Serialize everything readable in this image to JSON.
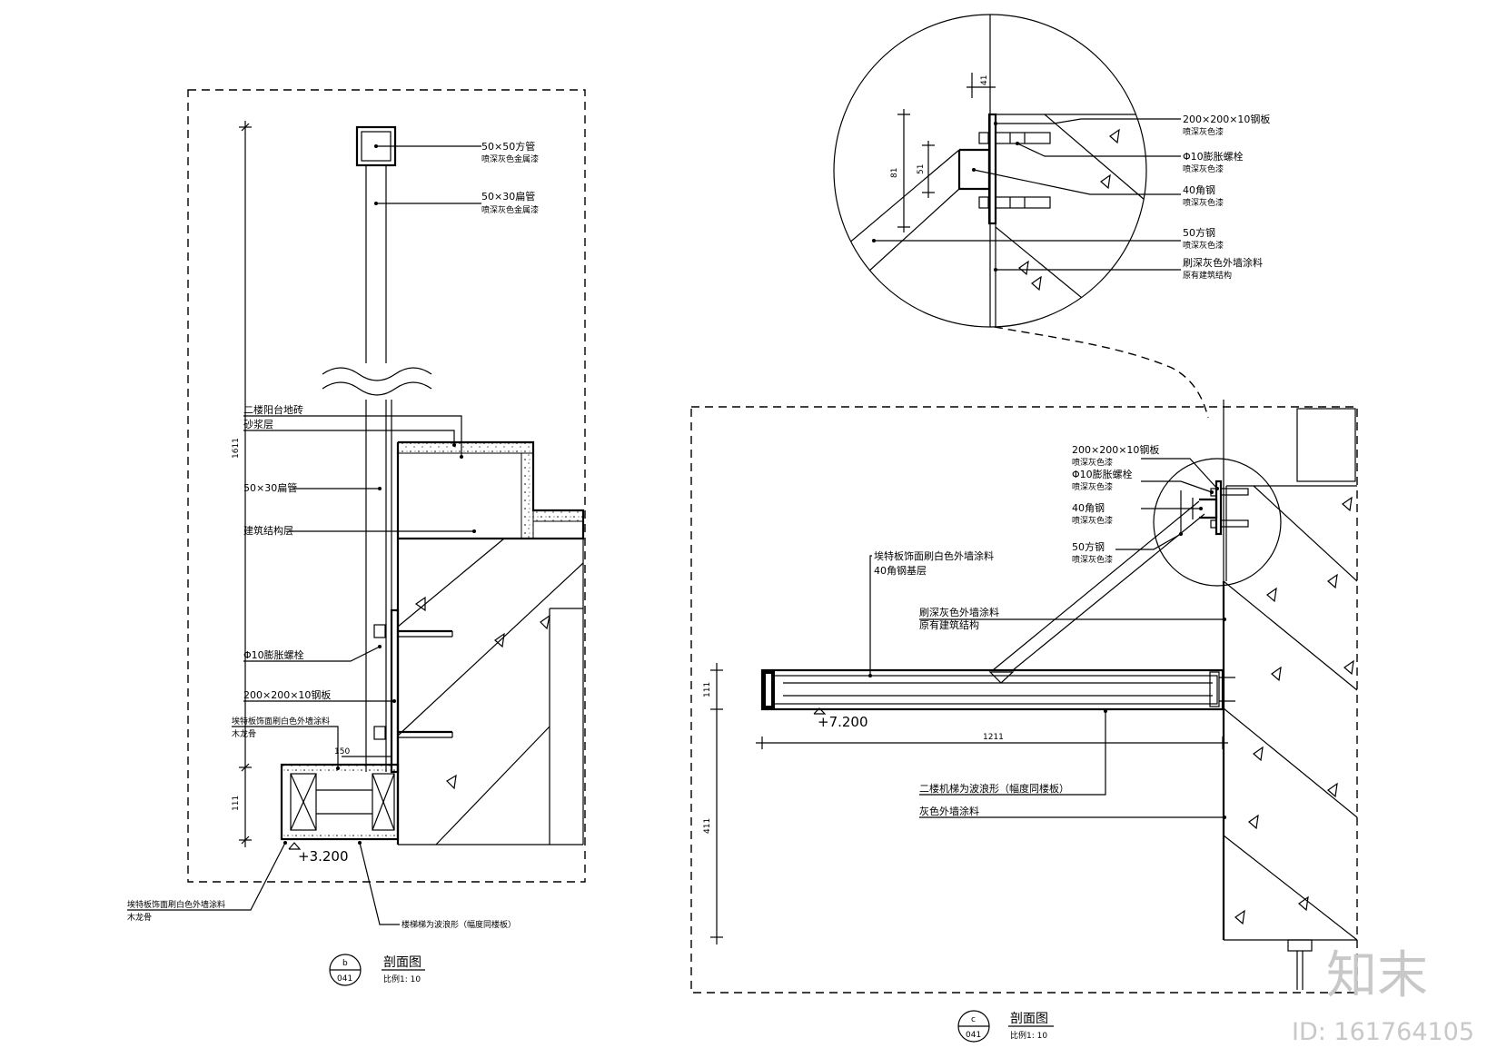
{
  "section_b": {
    "labels": {
      "square_tube": "50×50方管",
      "square_tube_paint": "喷深灰色金属漆",
      "flat_tube_top": "50×30扁管",
      "flat_tube_top_paint": "喷深灰色金属漆",
      "floor_tile": "二楼阳台地砖",
      "mortar": "砂浆层",
      "flat_tube_side": "50×30扁管",
      "structure": "建筑结构层",
      "bolt": "Φ10膨胀螺栓",
      "steel_plate": "200×200×10钢板",
      "board_paint": "埃特板饰面刷白色外墙涂料",
      "wood_keel": "木龙骨",
      "bottom_board_paint": "埃特板饰面刷白色外墙涂料",
      "bottom_wood_keel": "木龙骨",
      "wave_note": "楼梯梯为波浪形（幅度同楼板）"
    },
    "dims": {
      "height_top": "1611",
      "height_bottom": "111",
      "small": "150"
    },
    "level": "+3.200",
    "title": {
      "ref_letter": "b",
      "sheet": "041",
      "name": "剖面图",
      "scale": "比例1: 10"
    }
  },
  "section_c": {
    "detail_labels": {
      "plate": "200×200×10钢板",
      "plate_paint": "喷深灰色漆",
      "bolt": "Φ10膨胀螺栓",
      "bolt_paint": "喷深灰色漆",
      "angle": "40角钢",
      "angle_paint": "喷深灰色漆",
      "square": "50方钢",
      "square_paint": "喷深灰色漆",
      "wall_paint": "刷深灰色外墙涂料",
      "wall_struct": "原有建筑结构"
    },
    "detail_dims": {
      "outer": "81",
      "inner": "51",
      "top": "41"
    },
    "labels": {
      "plate": "200×200×10钢板",
      "plate_paint": "喷深灰色漆",
      "bolt": "Φ10膨胀螺栓",
      "bolt_paint": "喷深灰色漆",
      "angle": "40角钢",
      "angle_paint": "喷深灰色漆",
      "square": "50方钢",
      "square_paint": "喷深灰色漆",
      "board_paint": "埃特板饰面刷白色外墙涂料",
      "angle_base": "40角钢基层",
      "wall_paint": "刷深灰色外墙涂料",
      "wall_struct": "原有建筑结构",
      "wave_note": "二楼机梯为波浪形（幅度同楼板）",
      "grey_paint": "灰色外墙涂料"
    },
    "dims": {
      "thickness": "111",
      "width": "1211",
      "height": "411"
    },
    "level": "+7.200",
    "title": {
      "ref_letter": "c",
      "sheet": "041",
      "name": "剖面图",
      "scale": "比例1: 10"
    }
  },
  "watermark": {
    "logo": "知末",
    "id": "ID: 161764105"
  }
}
